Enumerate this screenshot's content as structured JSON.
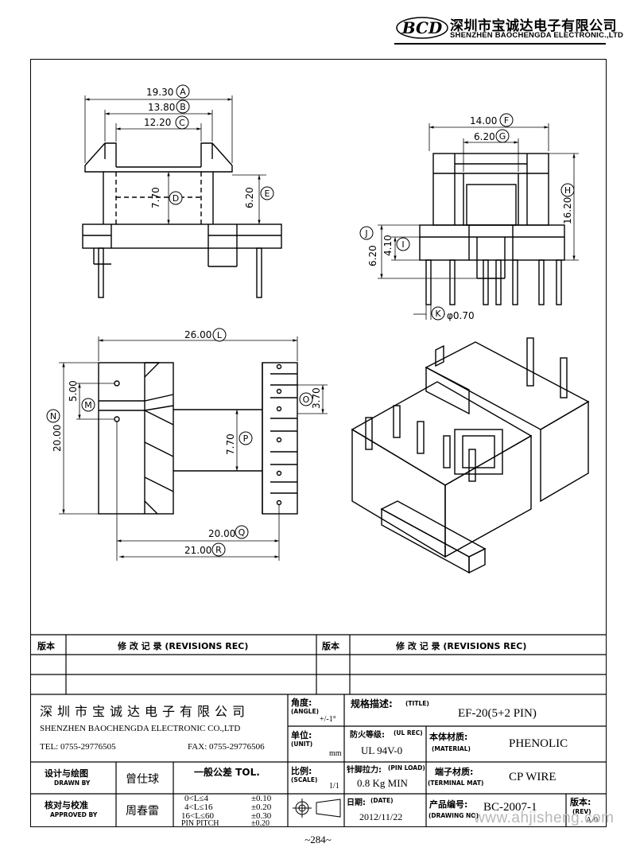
{
  "header": {
    "logo_text": "BCD",
    "company_cn": "深圳市宝诚达电子有限公司",
    "company_en": "SHENZHEN BAOCHENGDA ELECTRONIC.,LTD"
  },
  "dimensions": {
    "A": "19.30",
    "B": "13.80",
    "C": "12.20",
    "D": "7.70",
    "E": "6.20",
    "F": "14.00",
    "G": "6.20",
    "H": "16.20",
    "I": "4.10",
    "J": "6.20",
    "K": "φ0.70",
    "L": "26.00",
    "M": "5.00",
    "N": "20.00",
    "O": "3.70",
    "P": "7.70",
    "Q": "20.00",
    "R": "21.00"
  },
  "revisions": {
    "ver_label": "版本",
    "rec_label": "修 改 记 录 (REVISIONS REC)"
  },
  "title_block": {
    "company_cn": "深 圳 市 宝 诚 达 电 子 有 限 公 司",
    "company_en": "SHENZHEN BAOCHENGDA ELECTRONIC CO.,LTD",
    "tel": "TEL: 0755-29776505",
    "fax": "FAX: 0755-29776506",
    "drawn_by_cn": "设计与绘图",
    "drawn_by_en": "DRAWN BY",
    "drawn_by_name": "曾仕球",
    "approved_cn": "核对与校准",
    "approved_en": "APPROVED BY",
    "approved_name": "周春雷",
    "tol_title": "一般公差 TOL.",
    "tol_rows": [
      {
        "range": "0<L≤4",
        "value": "±0.10"
      },
      {
        "range": "4<L≤16",
        "value": "±0.20"
      },
      {
        "range": "16<L≤60",
        "value": "±0.30"
      },
      {
        "range": "PIN PITCH",
        "value": "±0.20"
      }
    ],
    "angle_cn": "角度:",
    "angle_en": "(ANGLE)",
    "angle_value": "+/-1°",
    "unit_cn": "单位:",
    "unit_en": "(UNIT)",
    "unit_value": "mm",
    "scale_cn": "比例:",
    "scale_en": "(SCALE)",
    "scale_value": "1/1",
    "title_cn": "规格描述:",
    "title_en": "(TITLE)",
    "title_value": "EF-20(5+2 PIN)",
    "ul_cn": "防火等级:",
    "ul_en": "(UL REC)",
    "ul_value": "UL 94V-0",
    "material_cn": "本体材质:",
    "material_en": "(MATERIAL)",
    "material_value": "PHENOLIC",
    "pinload_cn": "针脚拉力:",
    "pinload_en": "(PIN LOAD)",
    "pinload_value": "0.8 Kg MIN",
    "terminal_cn": "端子材质:",
    "terminal_en": "(TERMINAL MAT)",
    "terminal_value": "CP WIRE",
    "date_cn": "日期:",
    "date_en": "(DATE)",
    "date_value": "2012/11/22",
    "drawing_no_cn": "产品编号:",
    "drawing_no_en": "(DRAWING NO)",
    "drawing_no_value": "BC-2007-1",
    "rev_cn": "版本:",
    "rev_en": "(REV)",
    "rev_value": "A/0"
  },
  "page_number": "~284~",
  "watermark": "www.ahjisheng.com"
}
